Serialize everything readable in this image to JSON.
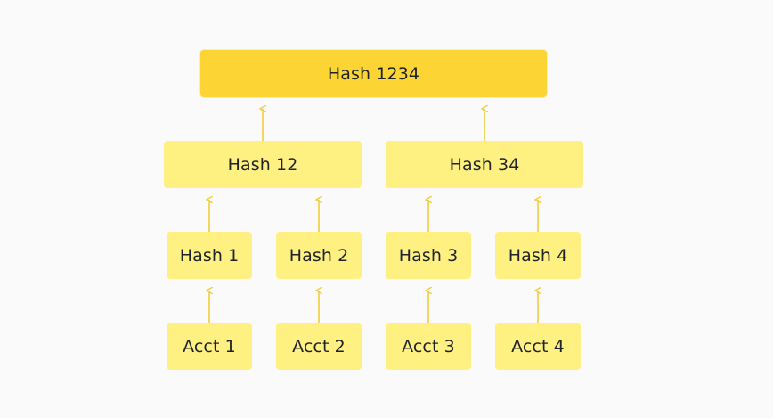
{
  "diagram": {
    "root": {
      "label": "Hash 1234"
    },
    "level2": [
      {
        "label": "Hash 12"
      },
      {
        "label": "Hash 34"
      }
    ],
    "hashes": [
      {
        "label": "Hash 1"
      },
      {
        "label": "Hash 2"
      },
      {
        "label": "Hash 3"
      },
      {
        "label": "Hash 4"
      }
    ],
    "accounts": [
      {
        "label": "Acct 1"
      },
      {
        "label": "Acct 2"
      },
      {
        "label": "Acct 3"
      },
      {
        "label": "Acct 4"
      }
    ],
    "colors": {
      "root_fill": "#fcd535",
      "node_fill": "#fff082",
      "arrow": "#f0b90b",
      "text": "#1e2329",
      "background": "#fafafa"
    }
  }
}
